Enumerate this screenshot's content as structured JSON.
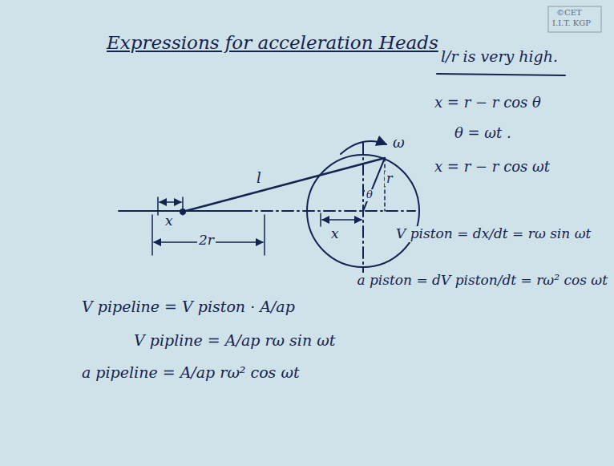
{
  "diagram": {
    "title": "Expressions for acceleration Heads",
    "labels": [
      "©CET",
      "I.I.T. KGP",
      "l/r is very high.",
      "x = r − r cos θ",
      "θ = ωt .",
      "x = r − r cos ωt",
      "V piston = dx/dt = rω sin ωt",
      "a piston = dV piston/dt = rω² cos ωt",
      "ω",
      "l",
      "r",
      "θ",
      "x",
      "2r",
      "x",
      "V pipeline = V piston · A/ap",
      "V pipline = A/ap rω sin ωt",
      "a pipeline = A/ap rω² cos ωt"
    ]
  }
}
